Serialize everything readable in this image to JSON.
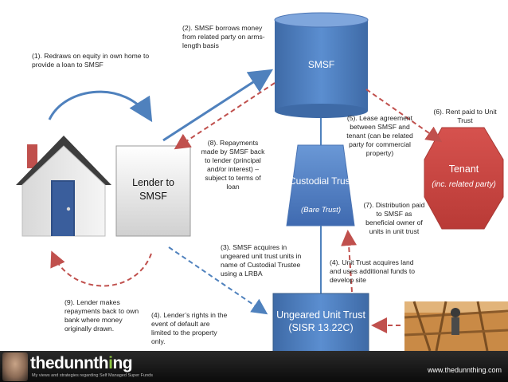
{
  "notes": {
    "step1": "(1). Redraws on equity in own home to provide a loan to SMSF",
    "step2": "(2). SMSF borrows money from related party on arms-length basis",
    "step3": "(3). SMSF acquires in ungeared unit trust units in name of Custodial Trustee using a LRBA",
    "step4a": "(4). Lender’s rights in the event of default are limited to the property only.",
    "step4b": "(4). Unit Trust acquires land and uses additional funds to develop site",
    "step5": "(5). Lease agreement between SMSF and tenant (can be related party for commercial property)",
    "step6": "(6). Rent paid to Unit Trust",
    "step7": "(7). Distribution paid to SMSF as beneficial owner of units in unit trust",
    "step8": "(8). Repayments made by SMSF back to lender (principal and/or interest) – subject to terms of loan",
    "step9": "(9).  Lender makes repayments back to own bank where money originally drawn."
  },
  "shapes": {
    "smsf": "SMSF",
    "lender": "Lender to SMSF",
    "custodial": "Custodial Trust",
    "custodial_sub": "(Bare Trust)",
    "tenant": "Tenant",
    "tenant_sub": "(inc. related party)",
    "unit_trust": "Ungeared Unit Trust (SISR 13.22C)"
  },
  "footer": {
    "brand_prefix": "thedunnth",
    "brand_accent": "i",
    "brand_suffix": "ng",
    "tagline": "My views and strategies regarding Self Managed Super Funds",
    "website": "www.thedunnthing.com"
  },
  "colors": {
    "blue": "#4f81bd",
    "blue_dark": "#385d8a",
    "red": "#c0504d",
    "dashed_red": "#c0504d"
  }
}
